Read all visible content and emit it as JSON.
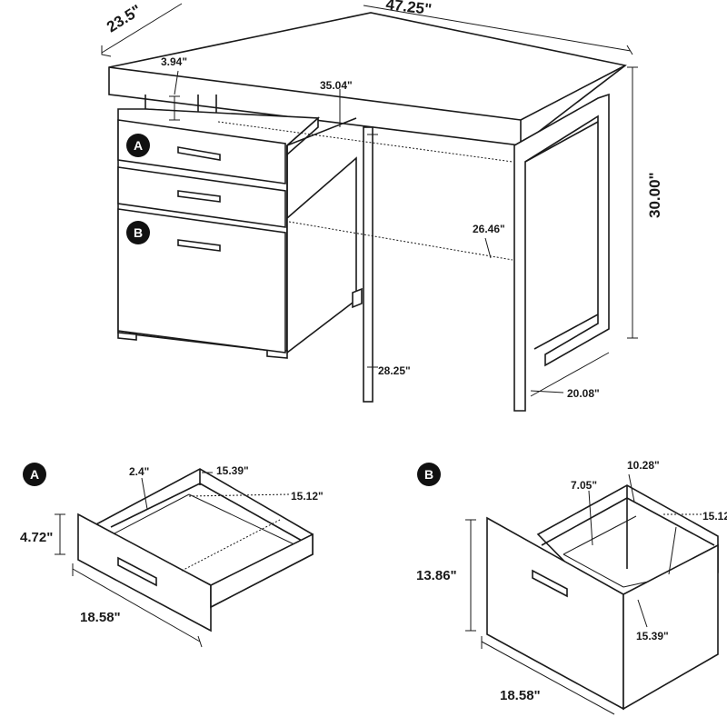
{
  "desk": {
    "dims": {
      "depth": "23.5\"",
      "width": "47.25\"",
      "top_thickness": "3.94\"",
      "inner_width": "35.04\"",
      "height": "30.00\"",
      "inner_depth": "26.46\"",
      "clearance_height": "28.25\"",
      "leg_depth": "20.08\""
    },
    "badges": {
      "a": "A",
      "b": "B"
    }
  },
  "drawer_a": {
    "badge": "A",
    "dims": {
      "side": "2.4\"",
      "back_width": "15.39\"",
      "inner_depth": "15.12\"",
      "height": "4.72\"",
      "front_width": "18.58\""
    }
  },
  "drawer_b": {
    "badge": "B",
    "dims": {
      "side": "7.05\"",
      "back_width": "10.28\"",
      "depth": "15.12\"",
      "height": "13.86\"",
      "inner_width": "15.39\"",
      "front_width": "18.58\""
    }
  }
}
